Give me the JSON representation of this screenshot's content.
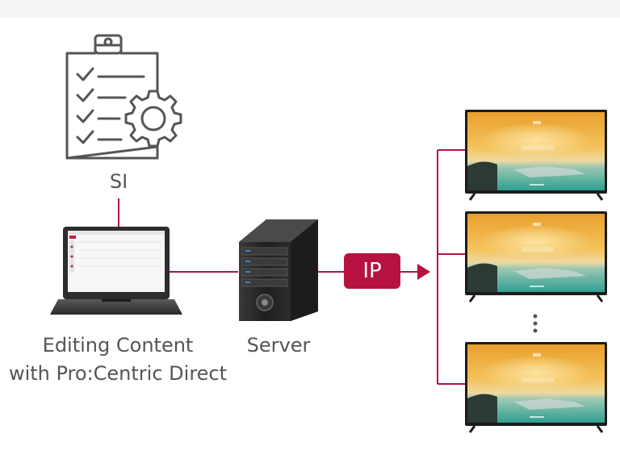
{
  "labels": {
    "si": "SI",
    "laptop_line1": "Editing Content",
    "laptop_line2": "with Pro:Centric Direct",
    "server": "Server",
    "ip": "IP"
  },
  "colors": {
    "accent": "#b5123f",
    "label_text": "#555555",
    "icon_stroke": "#555555",
    "top_band": "#f4f4f4"
  },
  "icons": [
    "clipboard-checklist-gear-icon",
    "laptop-icon",
    "server-tower-icon",
    "tv-icon",
    "vertical-ellipsis-icon"
  ]
}
